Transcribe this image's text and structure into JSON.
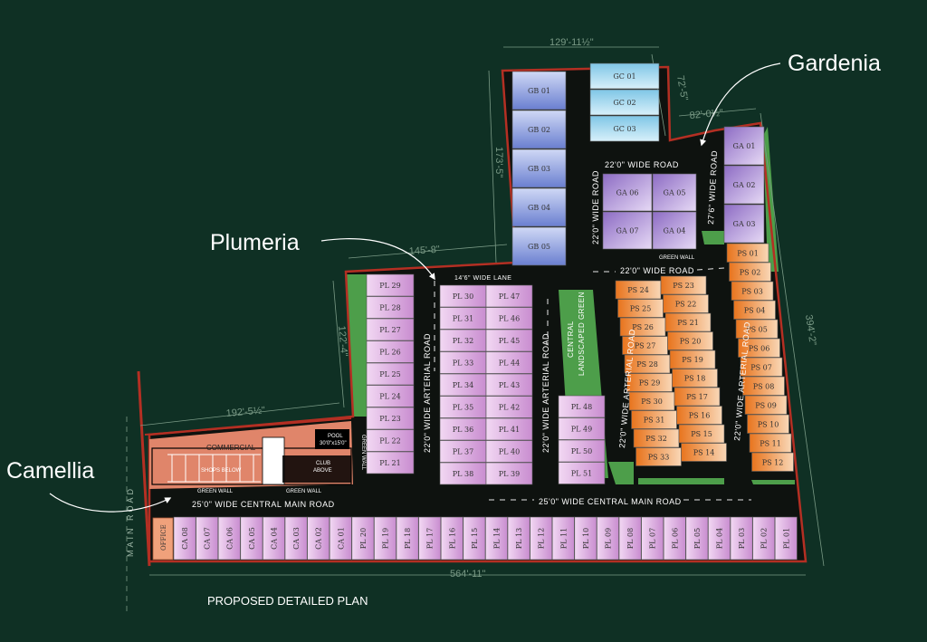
{
  "title": "PROPOSED DETAILED PLAN",
  "zones": {
    "gardenia": "Gardenia",
    "plumeria": "Plumeria",
    "camellia": "Camellia"
  },
  "dimensions": {
    "top": "129'-11½\"",
    "gardenia_side": "72'-5\"",
    "gardenia_top": "82'-0½\"",
    "gb_side": "173'-5\"",
    "plumeria_top": "145'-8\"",
    "plumeria_side": "122'-4\"",
    "camellia_top": "192'-5½\"",
    "right": "394'-2\"",
    "bottom": "564'-11\""
  },
  "roads": {
    "ga_road": "22'0\" WIDE ROAD",
    "gb_road": "22'0\" WIDE ROAD",
    "ga_right_road": "27'6\" WIDE ROAD",
    "mid_road": "22'0\" WIDE ROAD",
    "lane": "14'6\" WIDE LANE",
    "arterial1": "22'0\" WIDE ARTERIAL ROAD",
    "arterial2": "22'0\" WIDE ARTERIAL ROAD",
    "arterial3": "22'0\" WIDE ARTERIAL ROAD",
    "arterial4": "22'0\" WIDE ARTERIAL ROAD",
    "central_left": "25'0\" WIDE CENTRAL MAIN ROAD",
    "central_right": "25'0\" WIDE CENTRAL MAIN ROAD",
    "main_road": "MAIN ROAD"
  },
  "labels": {
    "commercial": "COMMERCIAL",
    "shops_below": "SHOPS BELOW",
    "club_above_1": "CLUB",
    "club_above_2": "ABOVE",
    "pool_1": "POOL",
    "pool_2": "30'0\"x15'0\"",
    "green_wall": "GREEN WALL",
    "green_wall_2": "GREEN WALL",
    "green_wall_3": "GREEN WALL",
    "green_wall_v": "GREEN WALL",
    "central_green_1": "CENTRAL",
    "central_green_2": "LANDSCAPED GREEN",
    "office": "OFFICE"
  },
  "plots": {
    "gb": [
      "GB 01",
      "GB 02",
      "GB 03",
      "GB 04",
      "GB 05"
    ],
    "gc": [
      "GC 01",
      "GC 02",
      "GC 03"
    ],
    "ga_left": [
      "GA 06",
      "GA 07"
    ],
    "ga_mid": [
      "GA 05",
      "GA 04"
    ],
    "ga_right": [
      "GA 01",
      "GA 02",
      "GA 03"
    ],
    "pl_col1": [
      "PL 29",
      "PL 28",
      "PL 27",
      "PL 26",
      "PL 25",
      "PL 24",
      "PL 23",
      "PL 22",
      "PL 21"
    ],
    "pl_col2": [
      "PL 30",
      "PL 31",
      "PL 32",
      "PL 33",
      "PL 34",
      "PL 35",
      "PL 36",
      "PL 37",
      "PL 38"
    ],
    "pl_col3": [
      "PL 47",
      "PL 46",
      "PL 45",
      "PL 44",
      "PL 43",
      "PL 42",
      "PL 41",
      "PL 40",
      "PL 39"
    ],
    "pl_col4": [
      "PL 48",
      "PL 49",
      "PL 50",
      "PL 51"
    ],
    "ps_col1": [
      "PS 24",
      "PS 25",
      "PS 26",
      "PS 27",
      "PS 28",
      "PS 29",
      "PS 30",
      "PS 31",
      "PS 32",
      "PS 33"
    ],
    "ps_col2": [
      "PS 23",
      "PS 22",
      "PS 21",
      "PS 20",
      "PS 19",
      "PS 18",
      "PS 17",
      "PS 16",
      "PS 15",
      "PS 14"
    ],
    "ps_col3": [
      "PS 01",
      "PS 02",
      "PS 03",
      "PS 04",
      "PS 05",
      "PS 06",
      "PS 07",
      "PS 08",
      "PS 09",
      "PS 10",
      "PS 11",
      "PS 12"
    ],
    "bottom_row": [
      "CA 08",
      "CA 07",
      "CA 06",
      "CA 05",
      "CA 04",
      "CA 03",
      "CA 02",
      "CA 01",
      "PL 20",
      "PL 19",
      "PL 18",
      "PL 17",
      "PL 16",
      "PL 15",
      "PL 14",
      "PL 13",
      "PL 12",
      "PL 11",
      "PL 10",
      "PL 09",
      "PL 08",
      "PL 07",
      "PL 06",
      "PL 05",
      "PL 04",
      "PL 03",
      "PL 02",
      "PL 01"
    ]
  },
  "colors": {
    "background": "#0f3024",
    "site": "#101511",
    "boundary": "#b42f23",
    "green": "#4d9e4a",
    "gb": "#7d93d8",
    "gc": "#9fd3ea",
    "ga": "#a488cf",
    "pl": "#d9a3dd",
    "ps": "#ef8c3a",
    "commercial": "#e0856a"
  }
}
